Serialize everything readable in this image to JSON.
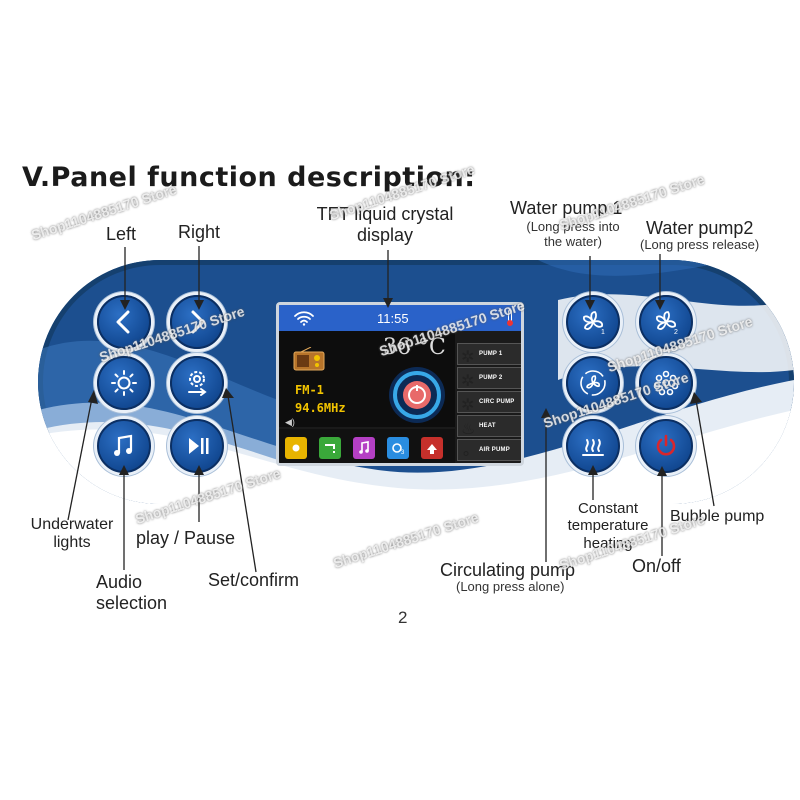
{
  "title": "V.Panel function description:",
  "page_number": "2",
  "labels": {
    "left": "Left",
    "right": "Right",
    "tft_line1": "TFT liquid crystal",
    "tft_line2": "display",
    "water_pump1": "Water pump 1",
    "water_pump1_note1": "(Long press into",
    "water_pump1_note2": "the water)",
    "water_pump2": "Water pump2",
    "water_pump2_note": "(Long press release)",
    "underwater_line1": "Underwater",
    "underwater_line2": "lights",
    "play_pause": "play / Pause",
    "audio_line1": "Audio",
    "audio_line2": "selection",
    "set_confirm": "Set/confirm",
    "constant_line1": "Constant",
    "constant_line2": "temperature",
    "constant_line3": "heating",
    "bubble_pump": "Bubble pump",
    "circulating": "Circulating pump",
    "circulating_note": "(Long press alone)",
    "on_off": "On/off"
  },
  "screen": {
    "time": "11:55",
    "temperature": "36 °C",
    "fm_channel": "FM-1",
    "frequency": "94.6MHz",
    "side_buttons": [
      "PUMP 1",
      "PUMP 2",
      "CIRC PUMP",
      "HEAT",
      "AIR PUMP"
    ]
  },
  "watermark": "Shop1104885170 Store",
  "icons": {
    "left": "chevron-left-icon",
    "right": "chevron-right-icon",
    "light": "sun-icon",
    "settings": "gear-icon",
    "music": "music-note-icon",
    "play": "play-pause-icon",
    "pump": "fan-icon",
    "bubble": "bubbles-icon",
    "heat": "heat-waves-icon",
    "power": "power-icon"
  },
  "colors": {
    "panel_blue": "#1c4f8f",
    "button_blue": "#134a94",
    "screen_bar": "#2a62c9",
    "screen_text": "#f2c400",
    "power_red": "#d9262c"
  }
}
